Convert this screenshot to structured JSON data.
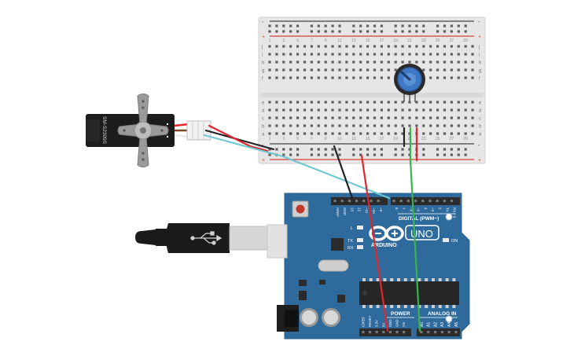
{
  "breadboard": {
    "rail_minus": "-",
    "rail_plus": "+",
    "row_labels_top": [
      "j",
      "i",
      "h",
      "g",
      "f"
    ],
    "row_labels_bottom": [
      "e",
      "d",
      "c",
      "b",
      "a"
    ],
    "column_numbers": [
      "1",
      "3",
      "5",
      "7",
      "9",
      "11",
      "13",
      "15",
      "17",
      "19",
      "21",
      "23",
      "25",
      "27",
      "29"
    ]
  },
  "servo": {
    "model_label": "SM-S2309S"
  },
  "arduino": {
    "logo_text": "ARDUINO",
    "uno_text": "UNO",
    "digital_label": "DIGITAL (PWM~)",
    "power_label": "POWER",
    "analog_label": "ANALOG IN",
    "on_label": "ON",
    "l_label": "L",
    "tx_label": "TX",
    "rx_label": "RX",
    "top_pins": [
      "AREF",
      "GND",
      "13",
      "12",
      "~11",
      "~10",
      "~9",
      "8",
      "7",
      "~6",
      "~5",
      "4",
      "~3",
      "2",
      "TX→1",
      "RX←0"
    ],
    "power_pins": [
      "IOREF",
      "RESET",
      "3.3V",
      "5V",
      "GND",
      "GND",
      "Vin"
    ],
    "analog_pins": [
      "A0",
      "A1",
      "A2",
      "A3",
      "A4",
      "A5"
    ]
  },
  "colors": {
    "board_blue": "#2f6a9c",
    "breadboard": "#e6e6e6",
    "rail_red": "#d9413a",
    "wire_red": "#e0262b",
    "wire_black": "#222222",
    "wire_green": "#38b44a",
    "wire_cyan": "#6ec8d4",
    "pot_blue": "#3f78c4"
  }
}
